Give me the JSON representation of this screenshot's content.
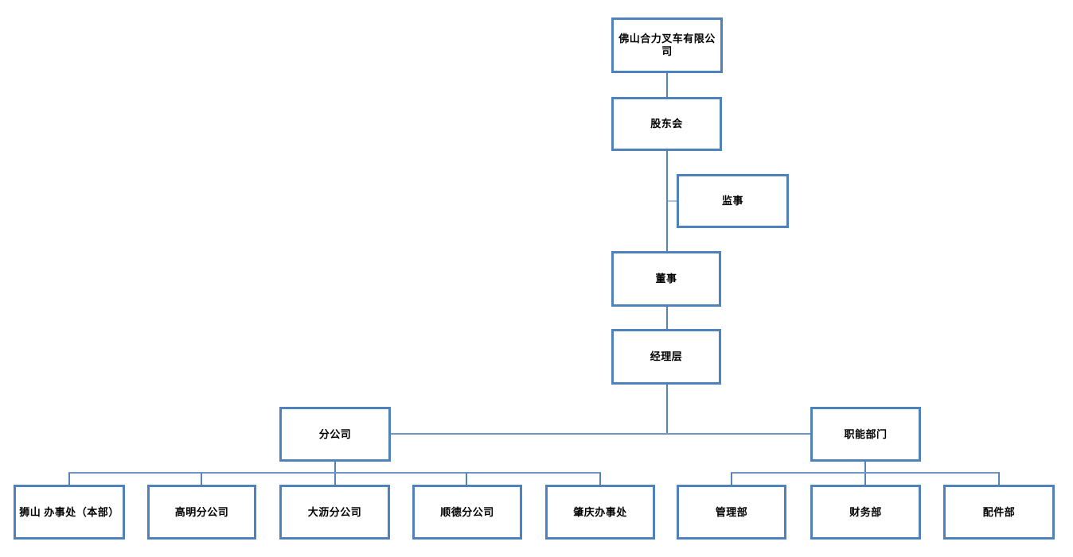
{
  "diagram": {
    "type": "org-chart",
    "nodes": [
      {
        "id": "company",
        "label": "佛山合力叉车有限公司"
      },
      {
        "id": "shareholders",
        "label": "股东会"
      },
      {
        "id": "supervisor",
        "label": "监事"
      },
      {
        "id": "director",
        "label": "董事"
      },
      {
        "id": "management",
        "label": "经理层"
      },
      {
        "id": "branches",
        "label": "分公司"
      },
      {
        "id": "functional",
        "label": "职能部门"
      },
      {
        "id": "shishan",
        "label": "狮山 办事处（本部）"
      },
      {
        "id": "gaoming",
        "label": "高明分公司"
      },
      {
        "id": "dali",
        "label": "大沥分公司"
      },
      {
        "id": "shunde",
        "label": "顺德分公司"
      },
      {
        "id": "zhaoqing",
        "label": "肇庆办事处"
      },
      {
        "id": "mgmt-dept",
        "label": "管理部"
      },
      {
        "id": "finance-dept",
        "label": "财务部"
      },
      {
        "id": "parts-dept",
        "label": "配件部"
      }
    ],
    "edges": [
      {
        "from": "company",
        "to": "shareholders"
      },
      {
        "from": "shareholders",
        "to": "supervisor"
      },
      {
        "from": "shareholders",
        "to": "director"
      },
      {
        "from": "director",
        "to": "management"
      },
      {
        "from": "management",
        "to": "branches"
      },
      {
        "from": "management",
        "to": "functional"
      },
      {
        "from": "branches",
        "to": "shishan"
      },
      {
        "from": "branches",
        "to": "gaoming"
      },
      {
        "from": "branches",
        "to": "dali"
      },
      {
        "from": "branches",
        "to": "shunde"
      },
      {
        "from": "branches",
        "to": "zhaoqing"
      },
      {
        "from": "functional",
        "to": "mgmt-dept"
      },
      {
        "from": "functional",
        "to": "finance-dept"
      },
      {
        "from": "functional",
        "to": "parts-dept"
      }
    ],
    "colors": {
      "box_border": "#4f81bd",
      "connector": "#5583bb",
      "connector_mid": "#6e97c6",
      "connector_light": "#a9c3e0",
      "text": "#000000",
      "background": "#ffffff"
    }
  }
}
